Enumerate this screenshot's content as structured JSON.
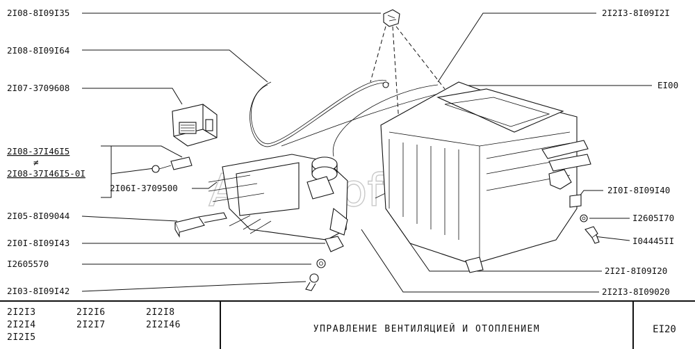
{
  "callouts_left": [
    "2I08-8I09I35",
    "2I08-8I09I64",
    "2I07-3709608",
    "2I08-37I46I5",
    "≠",
    "2I08-37I46I5-0I",
    "2I06I-3709500",
    "2I05-8I09044",
    "2I0I-8I09I43",
    "I2605570",
    "2I03-8I09I42"
  ],
  "callouts_right": [
    "2I2I3-8I09I2I",
    "EI00",
    "2I0I-8I09I40",
    "I2605I70",
    "I04445II",
    "2I2I-8I09I20",
    "2I2I3-8I09020"
  ],
  "watermark": "AutoSoft",
  "title_block": {
    "models": [
      "2I2I3",
      "2I2I4",
      "2I2I5",
      "2I2I6",
      "2I2I7",
      "2I2I8",
      "2I2I46"
    ],
    "title": "УПРАВЛЕНИЕ ВЕНТИЛЯЦИЕЙ И ОТОПЛЕНИЕМ",
    "sheet": "EI20"
  }
}
